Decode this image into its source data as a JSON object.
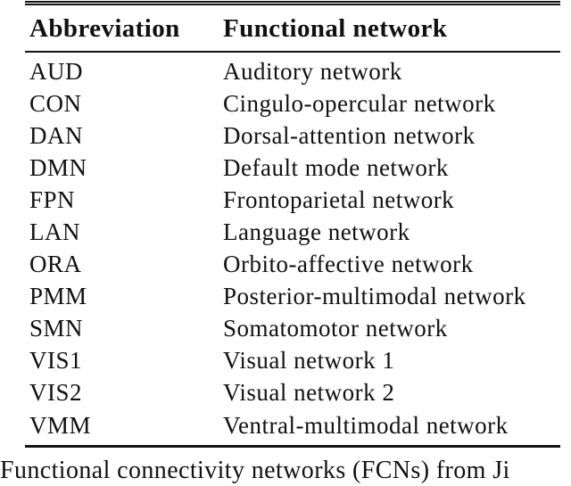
{
  "page": {
    "background_color": "#ffffff",
    "text_color": "#111111",
    "rule_color": "#141414"
  },
  "table": {
    "header": {
      "col1": "Abbreviation",
      "col2": "Functional network"
    },
    "rows": [
      {
        "abbr": "AUD",
        "network": "Auditory network"
      },
      {
        "abbr": "CON",
        "network": "Cingulo-opercular network"
      },
      {
        "abbr": "DAN",
        "network": "Dorsal-attention network"
      },
      {
        "abbr": "DMN",
        "network": "Default mode network"
      },
      {
        "abbr": "FPN",
        "network": "Frontoparietal network"
      },
      {
        "abbr": "LAN",
        "network": "Language network"
      },
      {
        "abbr": "ORA",
        "network": "Orbito-affective network"
      },
      {
        "abbr": "PMM",
        "network": "Posterior-multimodal network"
      },
      {
        "abbr": "SMN",
        "network": "Somatomotor network"
      },
      {
        "abbr": "VIS1",
        "network": "Visual network 1"
      },
      {
        "abbr": "VIS2",
        "network": "Visual network 2"
      },
      {
        "abbr": "VMM",
        "network": "Ventral-multimodal network"
      }
    ]
  },
  "caption": {
    "visible_fragment": "Functional connectivity networks (FCNs) from Ji"
  }
}
